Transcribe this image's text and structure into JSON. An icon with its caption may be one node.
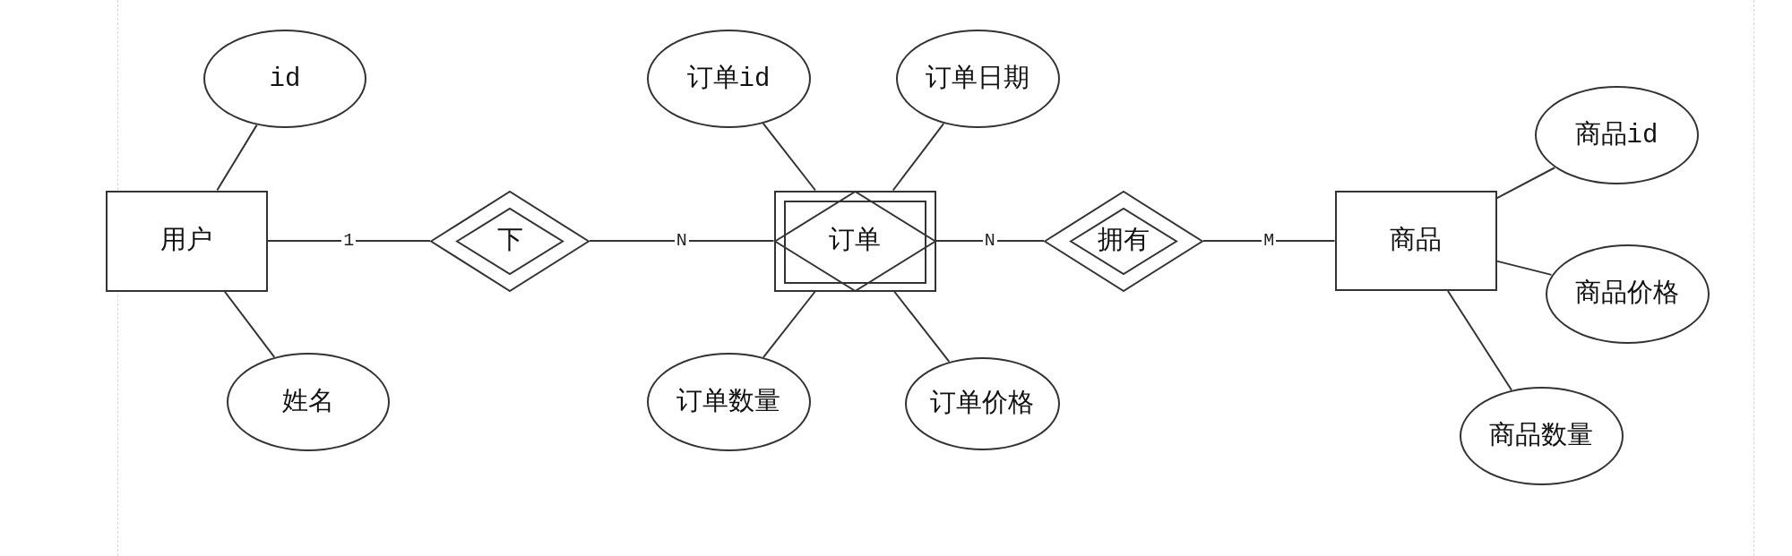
{
  "diagram": {
    "nodes": [
      {
        "text": [
          "id"
        ]
      },
      {
        "text": [
          "用户"
        ]
      },
      {
        "text": [
          "姓名"
        ]
      },
      {
        "text": [
          "下"
        ]
      },
      {
        "text": [
          "订单id"
        ]
      },
      {
        "text": [
          "订单日期"
        ]
      },
      {
        "text": [
          "订单"
        ]
      },
      {
        "text": [
          "订单数量"
        ]
      },
      {
        "text": [
          "订单价格"
        ]
      },
      {
        "text": [
          "拥有"
        ]
      },
      {
        "text": [
          "商品id"
        ]
      },
      {
        "text": [
          "商品"
        ]
      },
      {
        "text": [
          "商品价格"
        ]
      },
      {
        "text": [
          "商品数量"
        ]
      }
    ],
    "edges": [
      {
        "from": 1,
        "to": 0,
        "arrow": "none"
      },
      {
        "from": 1,
        "to": 2,
        "arrow": "none"
      },
      {
        "from": 1,
        "to": 3,
        "arrow": "none",
        "label": "1"
      },
      {
        "from": 3,
        "to": 6,
        "arrow": "none",
        "label": "N"
      },
      {
        "from": 6,
        "to": 4,
        "arrow": "none"
      },
      {
        "from": 6,
        "to": 5,
        "arrow": "none"
      },
      {
        "from": 6,
        "to": 7,
        "arrow": "none"
      },
      {
        "from": 6,
        "to": 8,
        "arrow": "none"
      },
      {
        "from": 6,
        "to": 9,
        "arrow": "none",
        "label": "N"
      },
      {
        "from": 9,
        "to": 11,
        "arrow": "none",
        "label": "M"
      },
      {
        "from": 11,
        "to": 10,
        "arrow": "none"
      },
      {
        "from": 11,
        "to": 12,
        "arrow": "none"
      },
      {
        "from": 11,
        "to": 13,
        "arrow": "none"
      }
    ]
  }
}
